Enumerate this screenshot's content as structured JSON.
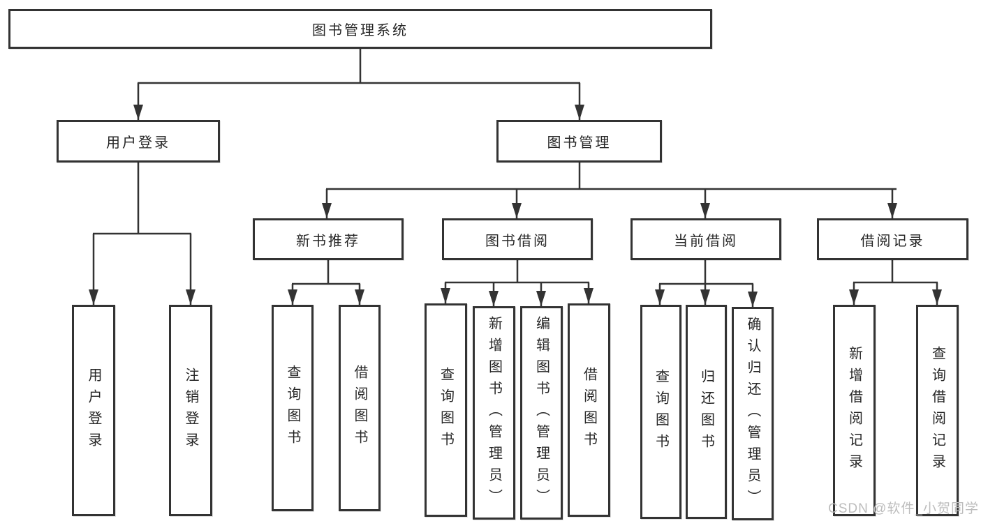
{
  "tree": {
    "label": "图书管理系统",
    "children": [
      {
        "label": "用户登录",
        "children": [
          {
            "label": "用户登录"
          },
          {
            "label": "注销登录"
          }
        ]
      },
      {
        "label": "图书管理",
        "children": [
          {
            "label": "新书推荐",
            "children": [
              {
                "label": "查询图书"
              },
              {
                "label": "借阅图书"
              }
            ]
          },
          {
            "label": "图书借阅",
            "children": [
              {
                "label": "查询图书"
              },
              {
                "label": "新增图书（管理员）"
              },
              {
                "label": "编辑图书（管理员）"
              },
              {
                "label": "借阅图书"
              }
            ]
          },
          {
            "label": "当前借阅",
            "children": [
              {
                "label": "查询图书"
              },
              {
                "label": "归还图书"
              },
              {
                "label": "确认归还（管理员）"
              }
            ]
          },
          {
            "label": "借阅记录",
            "children": [
              {
                "label": "新增借阅记录"
              },
              {
                "label": "查询借阅记录"
              }
            ]
          }
        ]
      }
    ]
  },
  "watermark": "CSDN @软件_小贺同学",
  "colors": {
    "line": "#333333",
    "text": "#262626",
    "watermark": "#bdbdbd",
    "background": "#ffffff"
  }
}
